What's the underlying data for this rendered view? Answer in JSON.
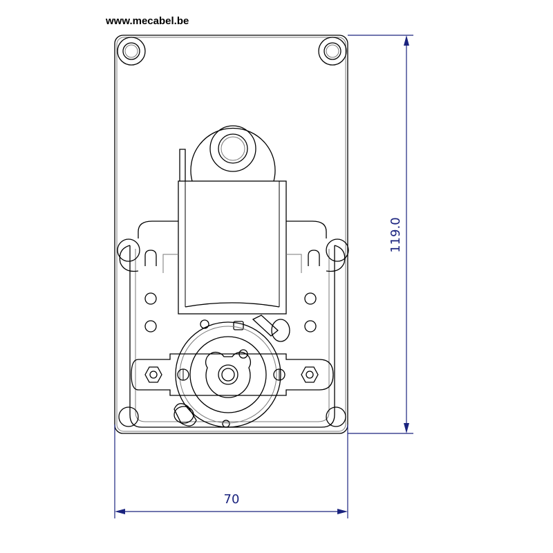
{
  "header": {
    "website": "www.mecabel.be"
  },
  "dimensions": {
    "height_label": "119.0",
    "width_label": "70"
  },
  "colors": {
    "dimension": "#1a237e",
    "outline": "#000000"
  }
}
